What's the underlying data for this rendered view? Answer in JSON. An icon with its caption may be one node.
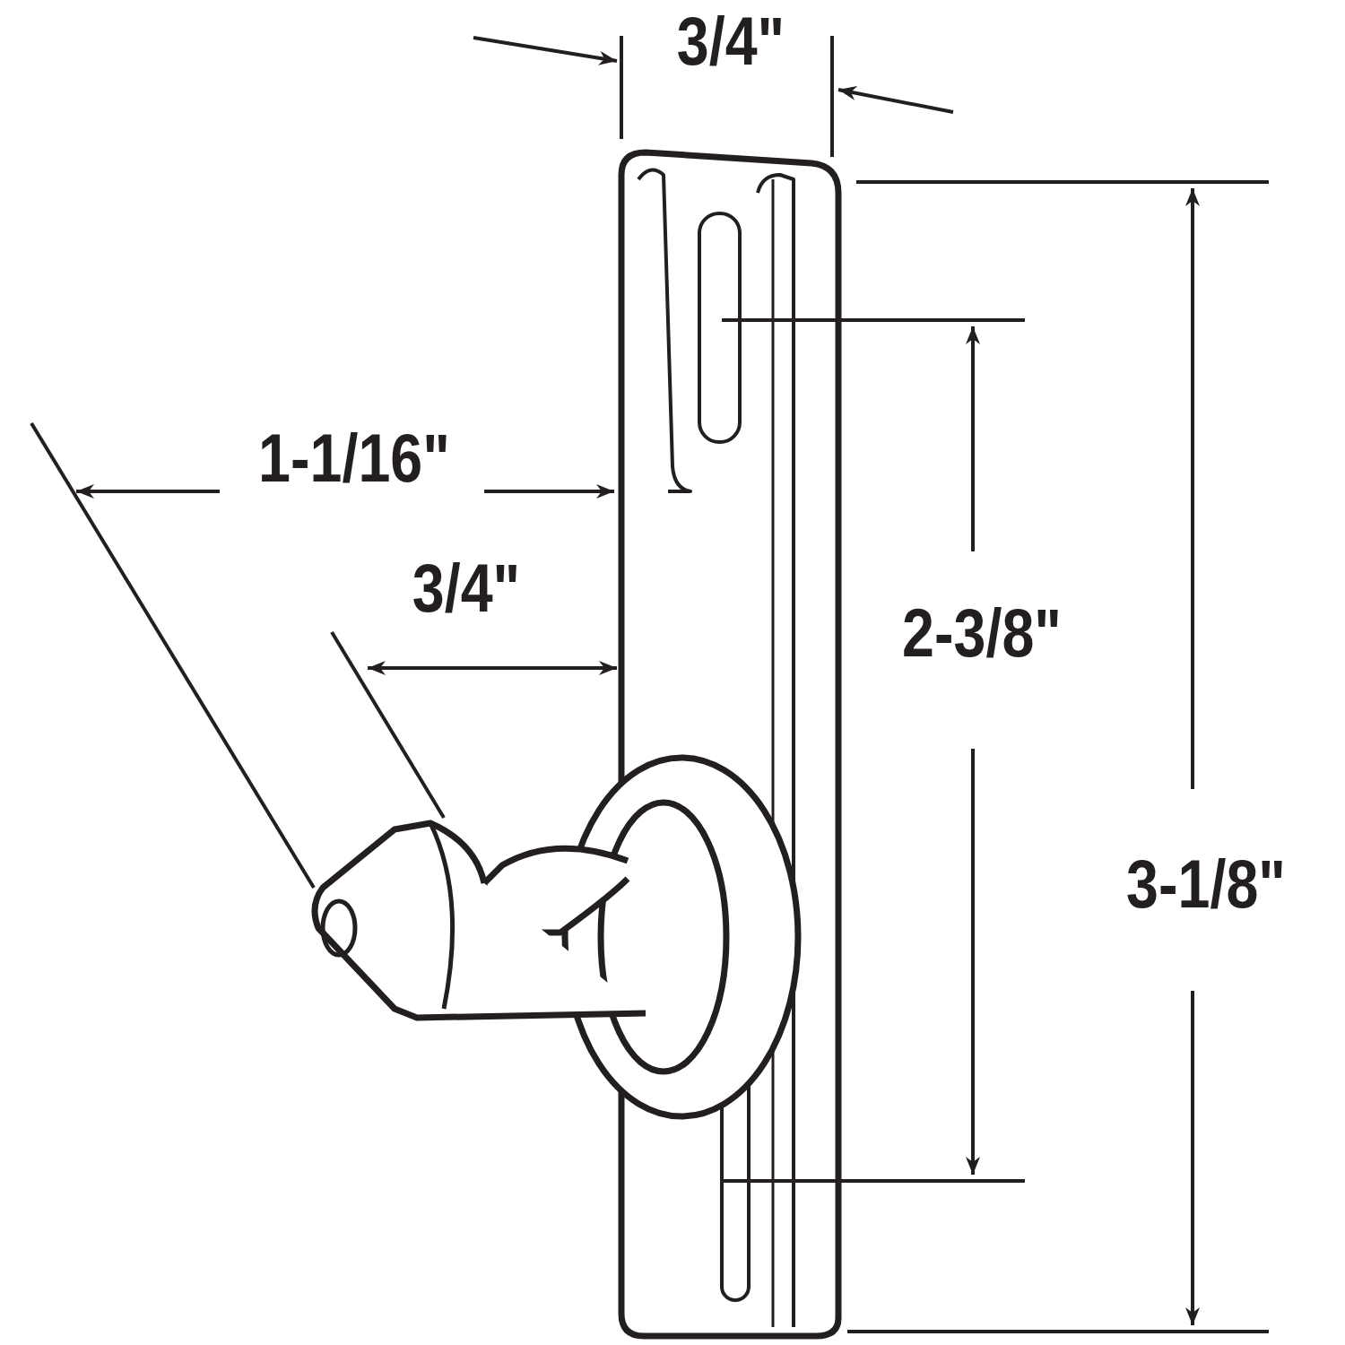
{
  "diagram": {
    "labels": [
      "3/4\"",
      "1-1/16\"",
      "3/4\"",
      "2-3/8\"",
      "3-1/8\""
    ]
  }
}
